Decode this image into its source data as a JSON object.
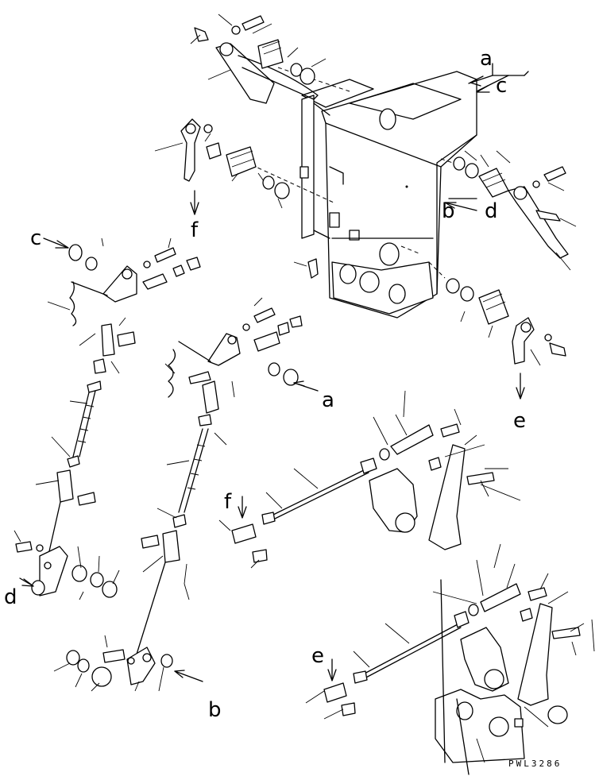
{
  "diagram": {
    "code": "PWL3286",
    "callouts": [
      {
        "id": "a-top",
        "letter": "a"
      },
      {
        "id": "c-top",
        "letter": "c"
      },
      {
        "id": "b-right",
        "letter": "b"
      },
      {
        "id": "d-right",
        "letter": "d"
      },
      {
        "id": "c-left",
        "letter": "c"
      },
      {
        "id": "f-top",
        "letter": "f"
      },
      {
        "id": "a-mid",
        "letter": "a"
      },
      {
        "id": "e-right",
        "letter": "e"
      },
      {
        "id": "f-mid",
        "letter": "f"
      },
      {
        "id": "d-left",
        "letter": "d"
      },
      {
        "id": "b-bottom",
        "letter": "b"
      },
      {
        "id": "e-bottom",
        "letter": "e"
      }
    ]
  }
}
